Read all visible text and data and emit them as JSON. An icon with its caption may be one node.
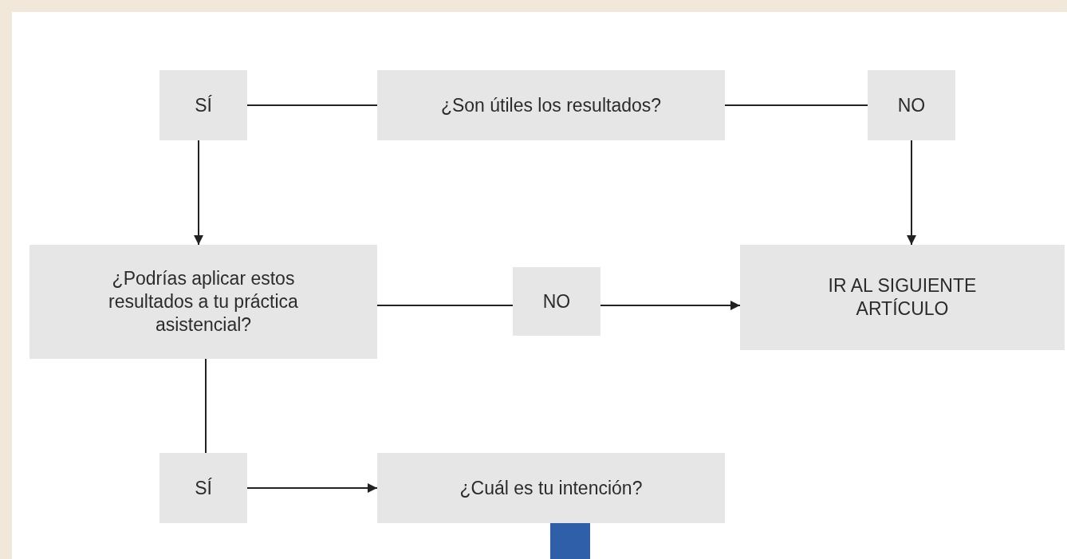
{
  "diagram": {
    "nodes": [
      {
        "text": [
          "SÍ"
        ]
      },
      {
        "text": [
          "¿Son útiles los resultados?"
        ]
      },
      {
        "text": [
          "NO"
        ]
      },
      {
        "text": [
          "¿Podrías aplicar estos resultados a tu práctica asistencial?"
        ]
      },
      {
        "text": [
          "NO"
        ]
      },
      {
        "text": [
          "IR AL SIGUIENTE ARTÍCULO"
        ]
      },
      {
        "text": [
          "SÍ"
        ]
      },
      {
        "text": [
          "¿Cuál es tu intención?"
        ]
      }
    ],
    "edges": [
      {
        "from": 1,
        "to": 0,
        "arrow": "none"
      },
      {
        "from": 1,
        "to": 2,
        "arrow": "none"
      },
      {
        "from": 0,
        "to": 3,
        "arrow": "to"
      },
      {
        "from": 2,
        "to": 5,
        "arrow": "to"
      },
      {
        "from": 3,
        "to": 4,
        "arrow": "none"
      },
      {
        "from": 4,
        "to": 5,
        "arrow": "to"
      },
      {
        "from": 3,
        "to": 6,
        "arrow": "none"
      },
      {
        "from": 6,
        "to": 7,
        "arrow": "to"
      },
      {
        "from": 7,
        "to": null,
        "arrow": "none",
        "style": "thick",
        "color": "#2f5fa8"
      }
    ]
  }
}
